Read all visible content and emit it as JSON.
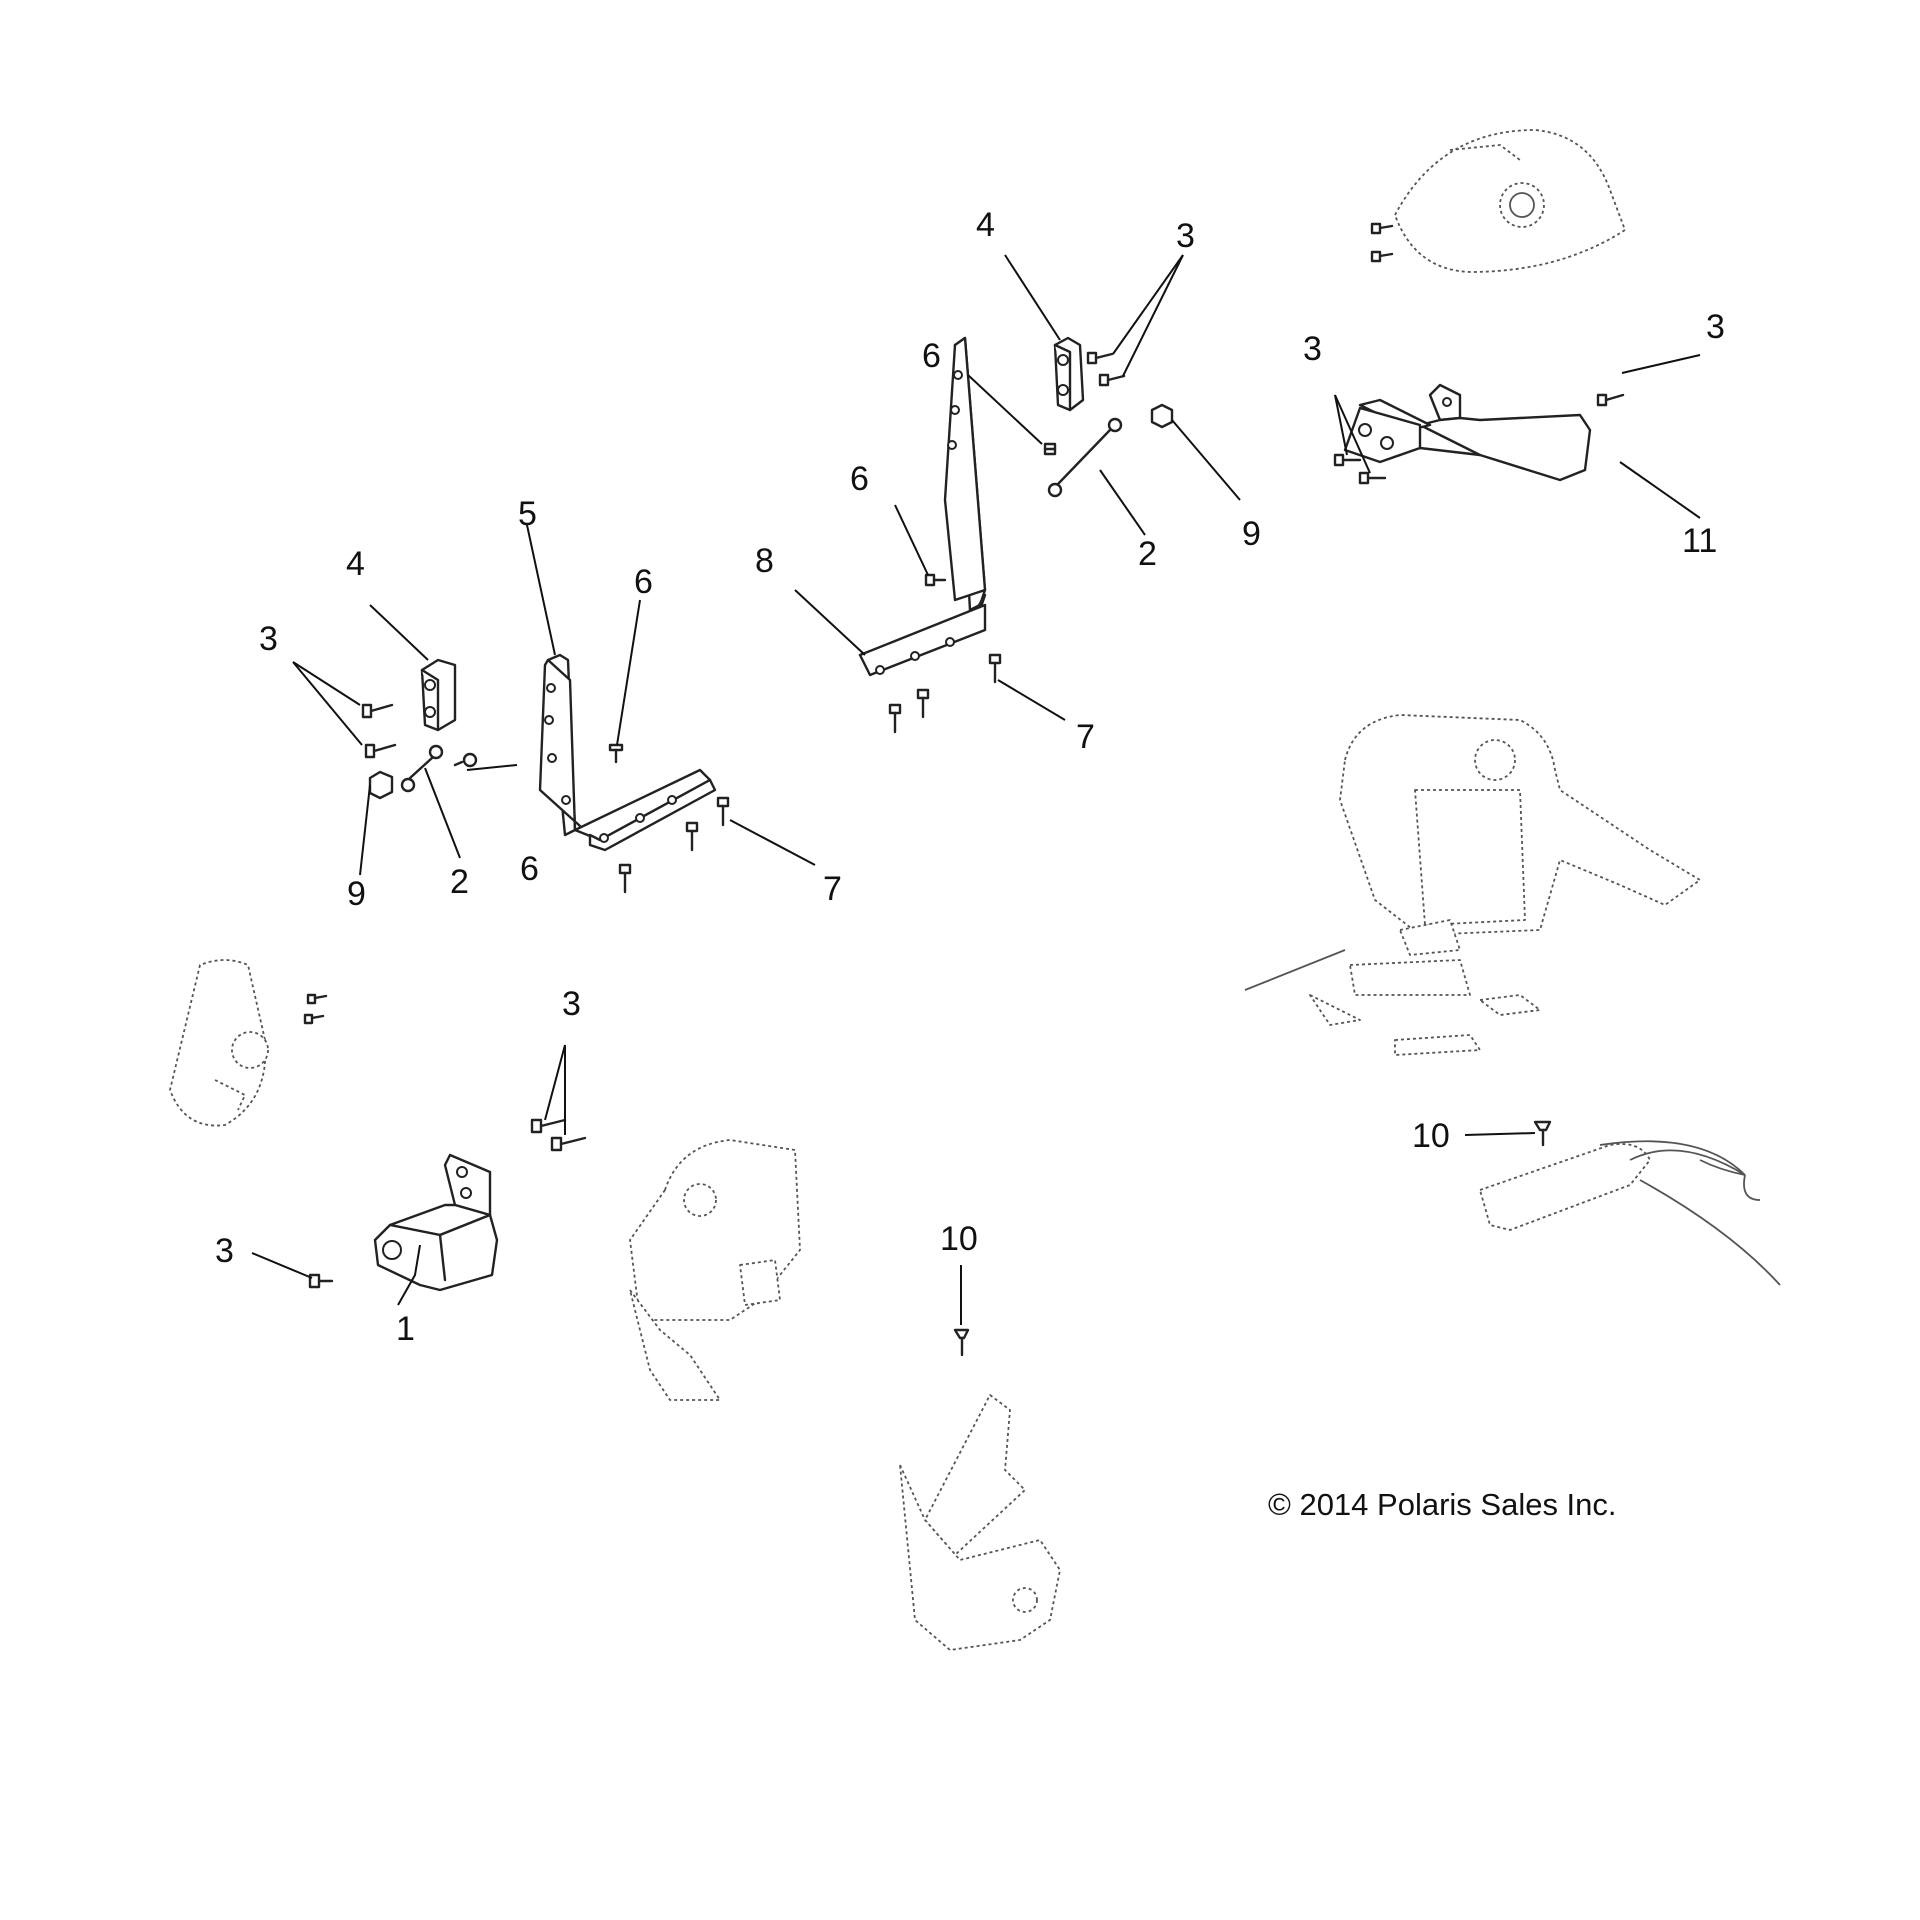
{
  "callouts": [
    {
      "id": "c1",
      "label": "1"
    },
    {
      "id": "c2a",
      "label": "2"
    },
    {
      "id": "c2b",
      "label": "2"
    },
    {
      "id": "c3a",
      "label": "3"
    },
    {
      "id": "c3b",
      "label": "3"
    },
    {
      "id": "c3c",
      "label": "3"
    },
    {
      "id": "c3d",
      "label": "3"
    },
    {
      "id": "c3e",
      "label": "3"
    },
    {
      "id": "c3f",
      "label": "3"
    },
    {
      "id": "c4a",
      "label": "4"
    },
    {
      "id": "c4b",
      "label": "4"
    },
    {
      "id": "c5",
      "label": "5"
    },
    {
      "id": "c6a",
      "label": "6"
    },
    {
      "id": "c6b",
      "label": "6"
    },
    {
      "id": "c6c",
      "label": "6"
    },
    {
      "id": "c6d",
      "label": "6"
    },
    {
      "id": "c7a",
      "label": "7"
    },
    {
      "id": "c7b",
      "label": "7"
    },
    {
      "id": "c8",
      "label": "8"
    },
    {
      "id": "c9a",
      "label": "9"
    },
    {
      "id": "c9b",
      "label": "9"
    },
    {
      "id": "c10a",
      "label": "10"
    },
    {
      "id": "c10b",
      "label": "10"
    },
    {
      "id": "c11",
      "label": "11"
    }
  ],
  "copyright": "© 2014 Polaris Sales Inc.",
  "colors": {
    "line": "#222222",
    "ghost": "#555555",
    "background": "#ffffff"
  }
}
